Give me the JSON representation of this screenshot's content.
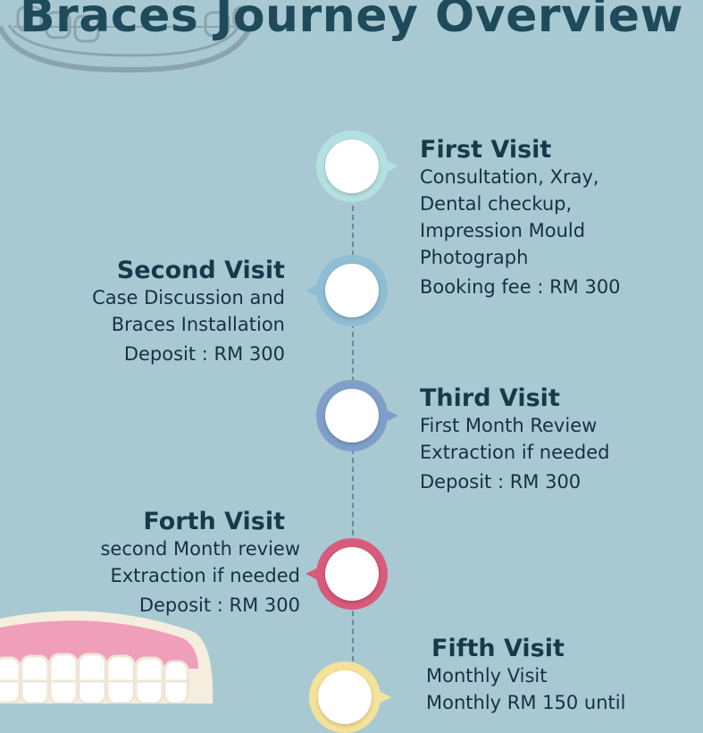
{
  "title": "Braces Journey Overview",
  "colors": {
    "background": "#a9c9d2",
    "visit1": "#b4e0e2",
    "visit2": "#8fbdd4",
    "visit3": "#7f9fca",
    "visit4": "#d85a7c",
    "visit5": "#f4e29a"
  },
  "visits": [
    {
      "heading": "First Visit",
      "lines": [
        "Consultation, Xray,",
        "Dental checkup,",
        "Impression Mould",
        "Photograph"
      ],
      "fee": "Booking fee : RM 300"
    },
    {
      "heading": "Second Visit",
      "lines": [
        "Case Discussion and",
        "Braces Installation"
      ],
      "fee": "Deposit : RM 300"
    },
    {
      "heading": "Third Visit",
      "lines": [
        "First Month Review",
        "Extraction if needed"
      ],
      "fee": "Deposit : RM 300"
    },
    {
      "heading": "Forth Visit",
      "lines": [
        "second Month review",
        "Extraction if needed"
      ],
      "fee": "Deposit : RM 300"
    },
    {
      "heading": "Fifth Visit",
      "lines": [
        "Monthly Visit",
        "Monthly RM 150 until"
      ],
      "fee": ""
    }
  ]
}
